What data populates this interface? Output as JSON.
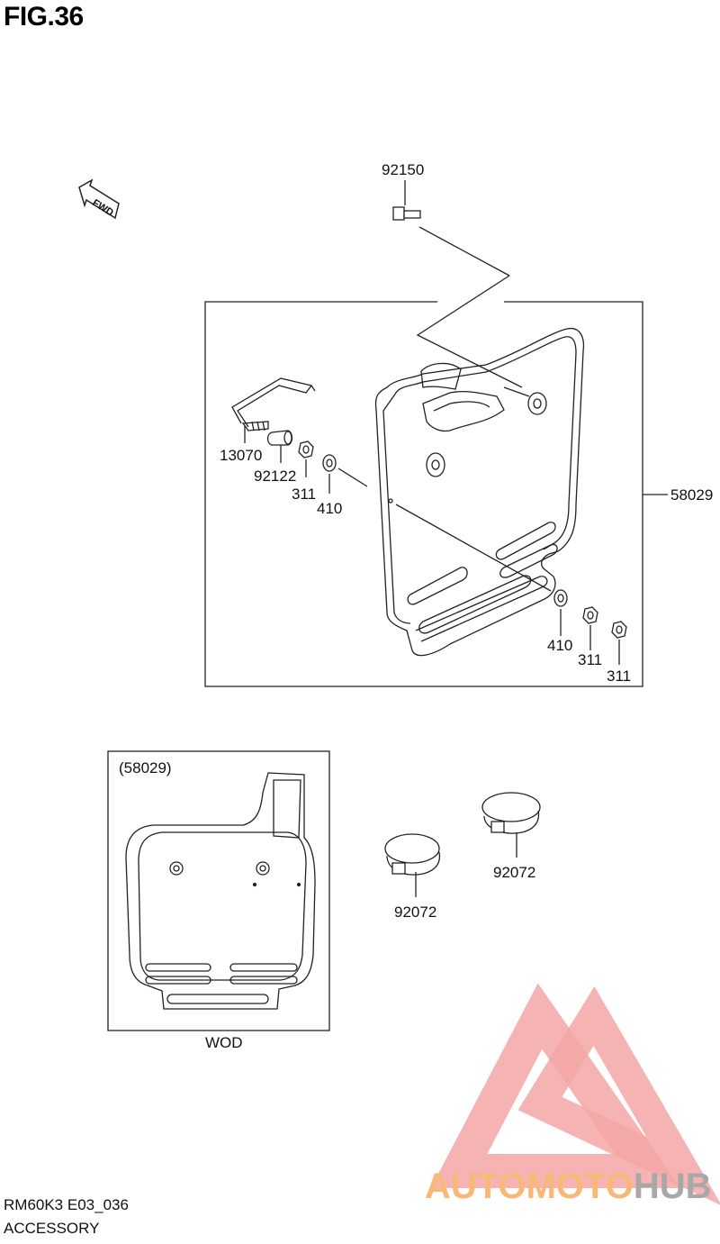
{
  "figure": {
    "title": "FIG.36"
  },
  "fwd_label": "FWD",
  "parts": {
    "bolt": "92150",
    "rod": "13070",
    "collar": "92122",
    "nut_left": "311",
    "washer_left": "410",
    "plate": "58029",
    "washer_right": "410",
    "nut_right_1": "311",
    "nut_right_2": "311",
    "clamp_left": "92072",
    "clamp_right": "92072"
  },
  "inset": {
    "ref": "(58029)",
    "caption": "WOD"
  },
  "footer": {
    "model": "RM60K3 E03_036",
    "section": "ACCESSORY"
  },
  "watermark": {
    "part1": "AUTOMOTO",
    "part2": "HUB",
    "color1": "#f7b878",
    "color2": "#a8a8a8",
    "logo_color": "#f4a6a6"
  }
}
